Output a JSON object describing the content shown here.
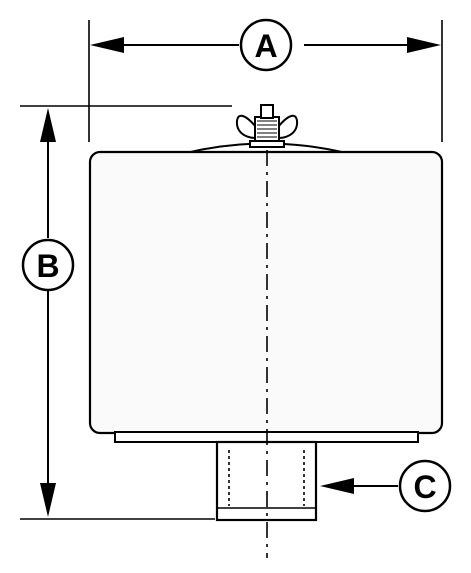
{
  "diagram": {
    "colors": {
      "line": "#000000",
      "body_fill": "#fafafa",
      "background": "#ffffff"
    },
    "callouts": {
      "a": "A",
      "b": "B",
      "c": "C"
    }
  }
}
